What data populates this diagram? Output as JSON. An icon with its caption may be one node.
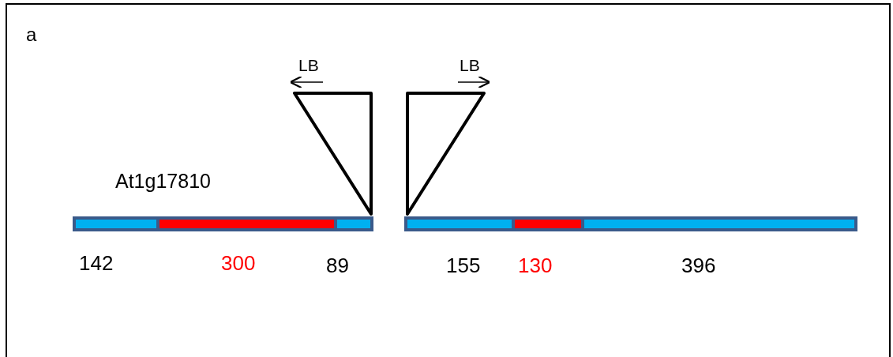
{
  "diagram": {
    "labels": [
      "a",
      "LB",
      "LB",
      "At1g17810",
      "142",
      "300",
      "89",
      "155",
      "130",
      "396"
    ]
  }
}
